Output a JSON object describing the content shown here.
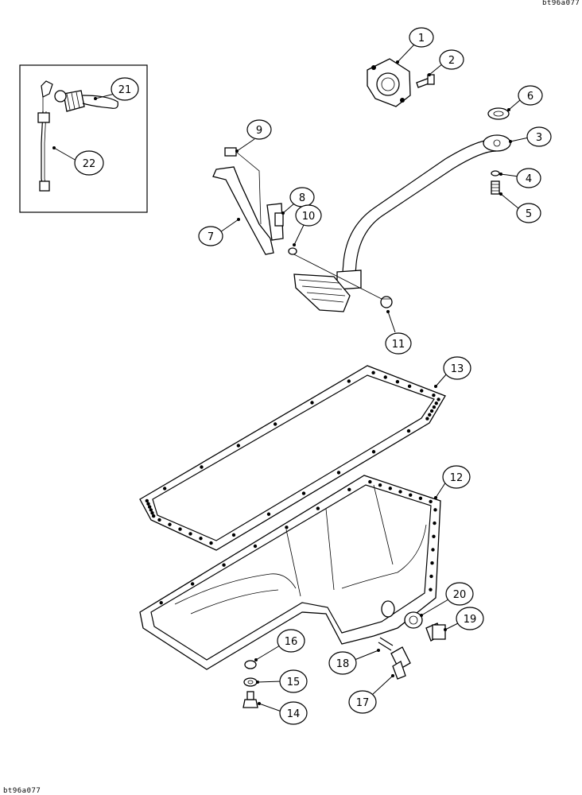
{
  "codes": {
    "top_right": "bt96a077",
    "bottom_left": "bt96a077"
  },
  "callouts": [
    {
      "id": "c1",
      "label": "1"
    },
    {
      "id": "c2",
      "label": "2"
    },
    {
      "id": "c3",
      "label": "3"
    },
    {
      "id": "c4",
      "label": "4"
    },
    {
      "id": "c5",
      "label": "5"
    },
    {
      "id": "c6",
      "label": "6"
    },
    {
      "id": "c7",
      "label": "7"
    },
    {
      "id": "c8",
      "label": "8"
    },
    {
      "id": "c9",
      "label": "9"
    },
    {
      "id": "c10",
      "label": "10"
    },
    {
      "id": "c11",
      "label": "11"
    },
    {
      "id": "c12",
      "label": "12"
    },
    {
      "id": "c13",
      "label": "13"
    },
    {
      "id": "c14",
      "label": "14"
    },
    {
      "id": "c15",
      "label": "15"
    },
    {
      "id": "c16",
      "label": "16"
    },
    {
      "id": "c17",
      "label": "17"
    },
    {
      "id": "c18",
      "label": "18"
    },
    {
      "id": "c19",
      "label": "19"
    },
    {
      "id": "c20",
      "label": "20"
    },
    {
      "id": "c21",
      "label": "21"
    },
    {
      "id": "c22",
      "label": "22"
    }
  ]
}
